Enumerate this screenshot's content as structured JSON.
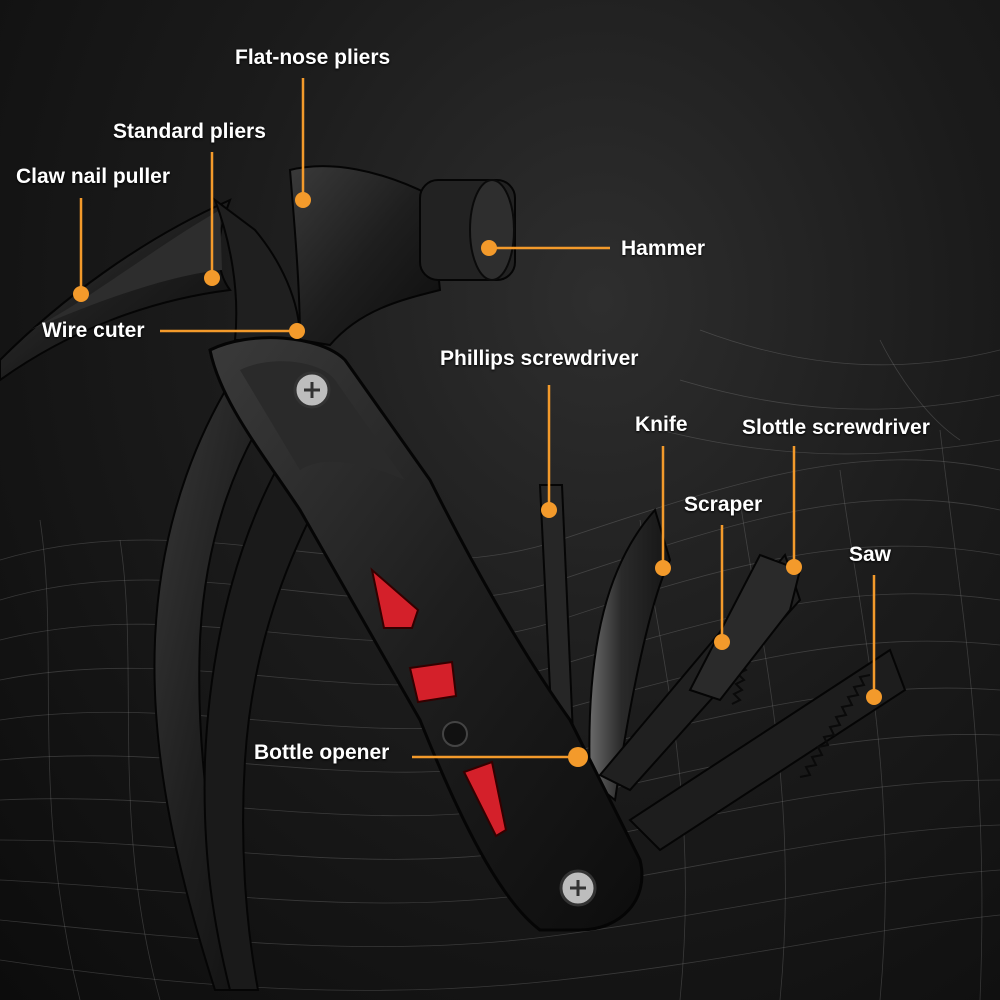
{
  "labels": {
    "flat_nose_pliers": "Flat-nose pliers",
    "standard_pliers": "Standard pliers",
    "claw_nail_puller": "Claw nail puller",
    "hammer": "Hammer",
    "wire_cutter": "Wire cuter",
    "phillips_screwdriver": "Phillips screwdriver",
    "knife": "Knife",
    "slottle_screwdriver": "Slottle screwdriver",
    "scraper": "Scraper",
    "saw": "Saw",
    "bottle_opener": "Bottle opener"
  },
  "colors": {
    "background": "#161616",
    "callout_orange": "#f39a2b",
    "label_text": "#ffffff",
    "tool_black": "#1c1c1c",
    "accent_red": "#d4202a"
  },
  "icons": {
    "product": "multi-tool-hammer-icon",
    "callout_dot": "callout-dot-icon"
  }
}
